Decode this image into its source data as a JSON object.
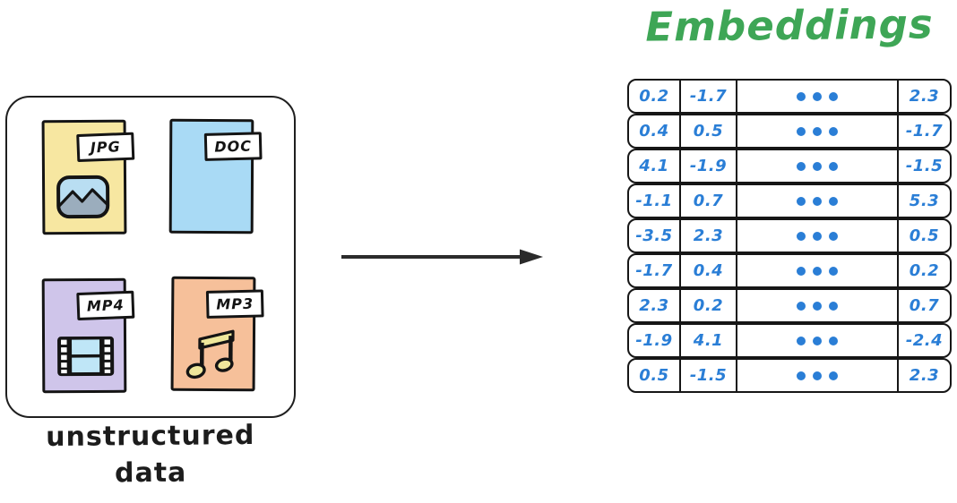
{
  "left_panel": {
    "caption": {
      "line1": "unstructured",
      "line2": "data"
    },
    "files": [
      {
        "label": "JPG",
        "icon": "image-thumbnail-icon",
        "color": "#f7e7a1"
      },
      {
        "label": "DOC",
        "icon": "text-lines-icon",
        "color": "#a9daf5"
      },
      {
        "label": "MP4",
        "icon": "film-strip-icon",
        "color": "#cfc5ea"
      },
      {
        "label": "MP3",
        "icon": "music-note-icon",
        "color": "#f6c09a"
      }
    ]
  },
  "arrow": {
    "icon": "right-arrow-icon",
    "direction": "right"
  },
  "right_panel": {
    "title": "Embeddings",
    "table": {
      "ellipsis_symbol": "•••",
      "rows": [
        [
          "0.2",
          "-1.7",
          "•••",
          "2.3"
        ],
        [
          "0.4",
          "0.5",
          "•••",
          "-1.7"
        ],
        [
          "4.1",
          "-1.9",
          "•••",
          "-1.5"
        ],
        [
          "-1.1",
          "0.7",
          "•••",
          "5.3"
        ],
        [
          "-3.5",
          "2.3",
          "•••",
          "0.5"
        ],
        [
          "-1.7",
          "0.4",
          "•••",
          "0.2"
        ],
        [
          "2.3",
          "0.2",
          "•••",
          "0.7"
        ],
        [
          "-1.9",
          "4.1",
          "•••",
          "-2.4"
        ],
        [
          "0.5",
          "-1.5",
          "•••",
          "2.3"
        ]
      ]
    }
  },
  "colors": {
    "title_green": "#3ea656",
    "value_blue": "#2a7ed6",
    "ink": "#161616"
  }
}
